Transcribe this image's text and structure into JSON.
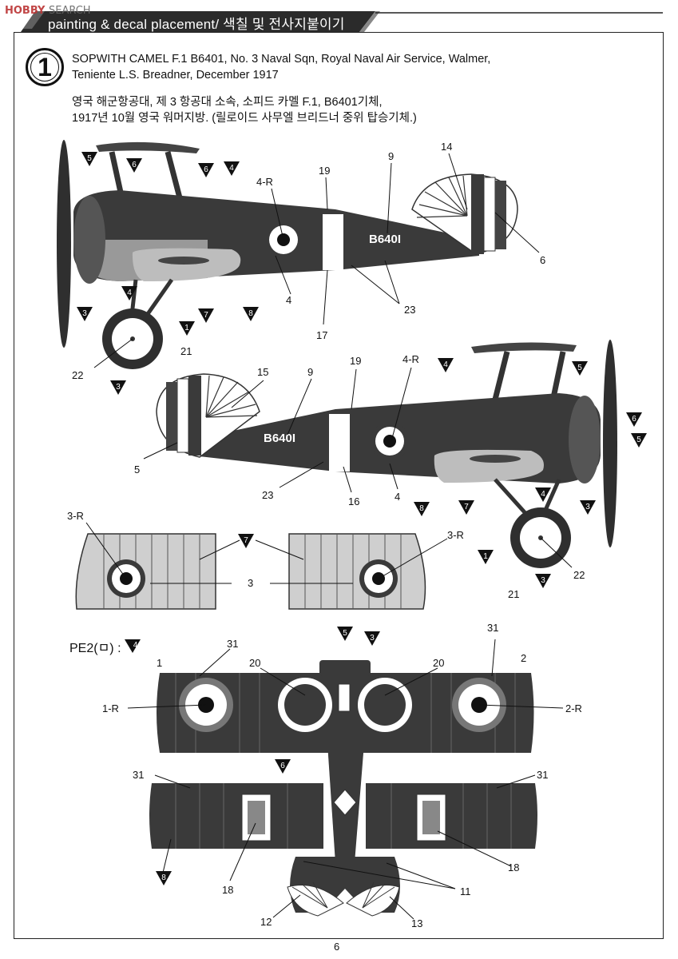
{
  "watermark": {
    "brand": "HOBBY",
    "suffix": "SEARCH"
  },
  "header": {
    "title": "painting & decal placement/ 색칠 및 전사지붙이기"
  },
  "step": {
    "number": "1"
  },
  "description": {
    "en_line1": "SOPWITH CAMEL F.1 B6401, No. 3 Naval Sqn, Royal Naval Air Service, Walmer,",
    "en_line2": "Teniente L.S. Breadner, December 1917",
    "ko_line1": "영국 해군항공대, 제 3 항공대 소속, 소피드 카멜 F.1, B6401기체,",
    "ko_line2": "1917년 10월 영국 워머지방. (릴로이드 사무엘 브리드너 중위 탑승기체.)"
  },
  "registration": "B640I",
  "pe_label": {
    "text": "PE2(ㅁ) :",
    "marker": "4"
  },
  "page_number": "6",
  "colors": {
    "dark": "#3a3a3a",
    "mid": "#9a9a9a",
    "light": "#cfcfcf",
    "ink": "#111111"
  },
  "callouts": {
    "v1": {
      "numbers": [
        "4-R",
        "19",
        "9",
        "14",
        "6",
        "4",
        "17",
        "23",
        "21",
        "22"
      ],
      "markers": [
        "5",
        "6",
        "6",
        "4",
        "4",
        "3",
        "7",
        "8",
        "1",
        "3"
      ]
    },
    "v2": {
      "numbers": [
        "15",
        "9",
        "19",
        "4-R",
        "5",
        "23",
        "16",
        "4",
        "22",
        "21"
      ],
      "markers": [
        "4",
        "5",
        "6",
        "5",
        "8",
        "7",
        "4",
        "3",
        "1",
        "3"
      ]
    },
    "wing": {
      "numbers": [
        "3-R",
        "3-R",
        "3"
      ],
      "markers": [
        "7"
      ]
    },
    "top": {
      "numbers": [
        "31",
        "31",
        "1",
        "20",
        "20",
        "2",
        "1-R",
        "2-R",
        "31",
        "31",
        "18",
        "18",
        "11",
        "12",
        "13"
      ],
      "markers": [
        "5",
        "3",
        "6",
        "8"
      ]
    }
  }
}
